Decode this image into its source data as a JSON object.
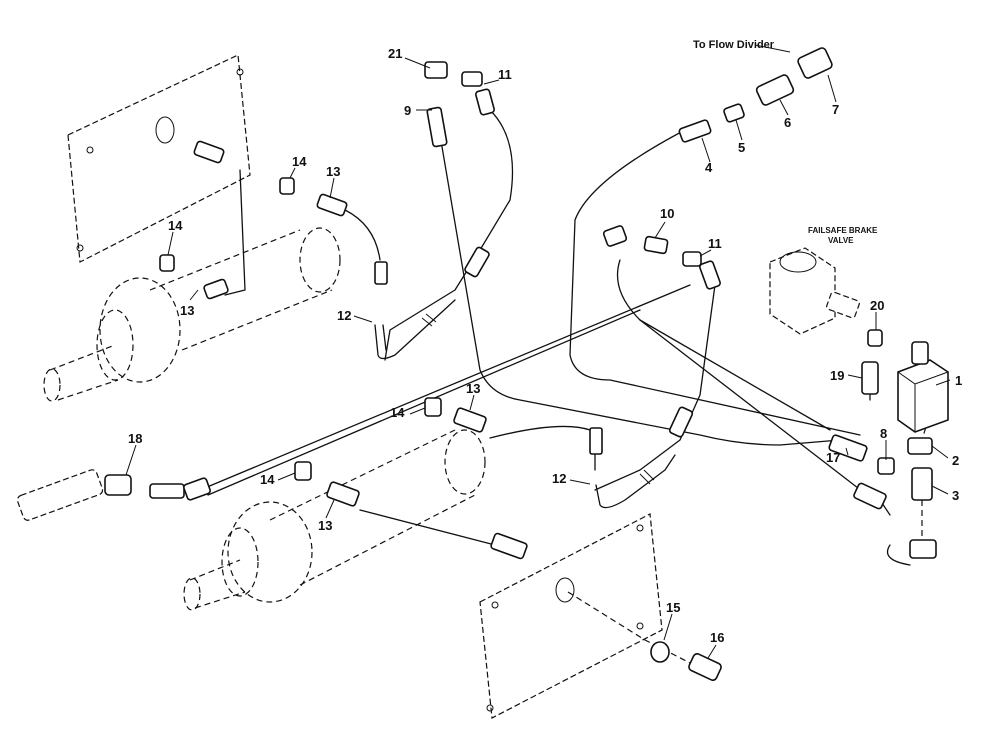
{
  "diagram": {
    "annotations": {
      "to_flow_divider": "To Flow Divider",
      "failsafe_brake_valve_line1": "FAILSAFE BRAKE",
      "failsafe_brake_valve_line2": "VALVE"
    },
    "callouts": [
      {
        "id": "c1",
        "text": "1"
      },
      {
        "id": "c2",
        "text": "2"
      },
      {
        "id": "c3",
        "text": "3"
      },
      {
        "id": "c4",
        "text": "4"
      },
      {
        "id": "c5",
        "text": "5"
      },
      {
        "id": "c6",
        "text": "6"
      },
      {
        "id": "c7",
        "text": "7"
      },
      {
        "id": "c8",
        "text": "8"
      },
      {
        "id": "c9",
        "text": "9"
      },
      {
        "id": "c10",
        "text": "10"
      },
      {
        "id": "c11a",
        "text": "11"
      },
      {
        "id": "c11b",
        "text": "11"
      },
      {
        "id": "c12a",
        "text": "12"
      },
      {
        "id": "c12b",
        "text": "12"
      },
      {
        "id": "c13a",
        "text": "13"
      },
      {
        "id": "c13b",
        "text": "13"
      },
      {
        "id": "c13c",
        "text": "13"
      },
      {
        "id": "c13d",
        "text": "13"
      },
      {
        "id": "c14a",
        "text": "14"
      },
      {
        "id": "c14b",
        "text": "14"
      },
      {
        "id": "c14c",
        "text": "14"
      },
      {
        "id": "c14d",
        "text": "14"
      },
      {
        "id": "c15",
        "text": "15"
      },
      {
        "id": "c16",
        "text": "16"
      },
      {
        "id": "c17",
        "text": "17"
      },
      {
        "id": "c18",
        "text": "18"
      },
      {
        "id": "c19",
        "text": "19"
      },
      {
        "id": "c20",
        "text": "20"
      },
      {
        "id": "c21",
        "text": "21"
      }
    ]
  }
}
